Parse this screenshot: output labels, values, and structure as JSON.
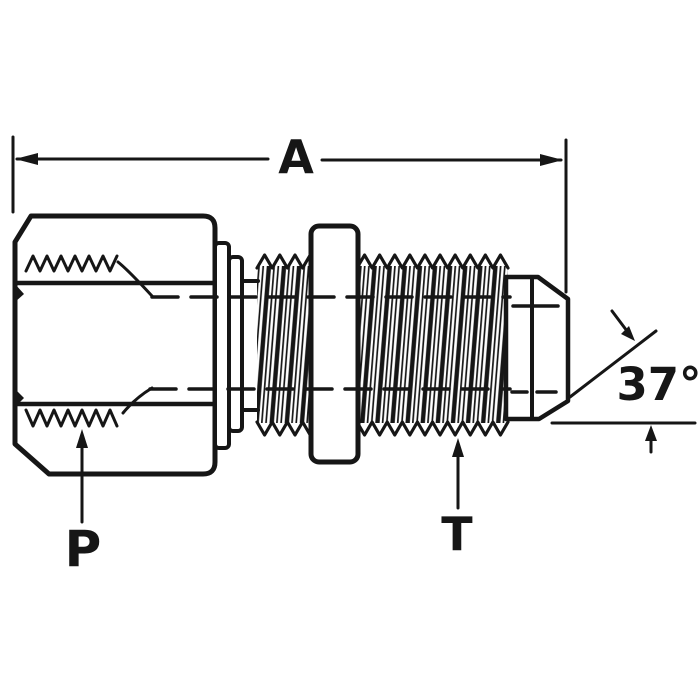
{
  "diagram": {
    "colors": {
      "ink": "#161616",
      "background": "#ffffff"
    },
    "labels": {
      "overall_length": "A",
      "port_end": "P",
      "thread": "T",
      "flare_angle": "37°"
    }
  }
}
